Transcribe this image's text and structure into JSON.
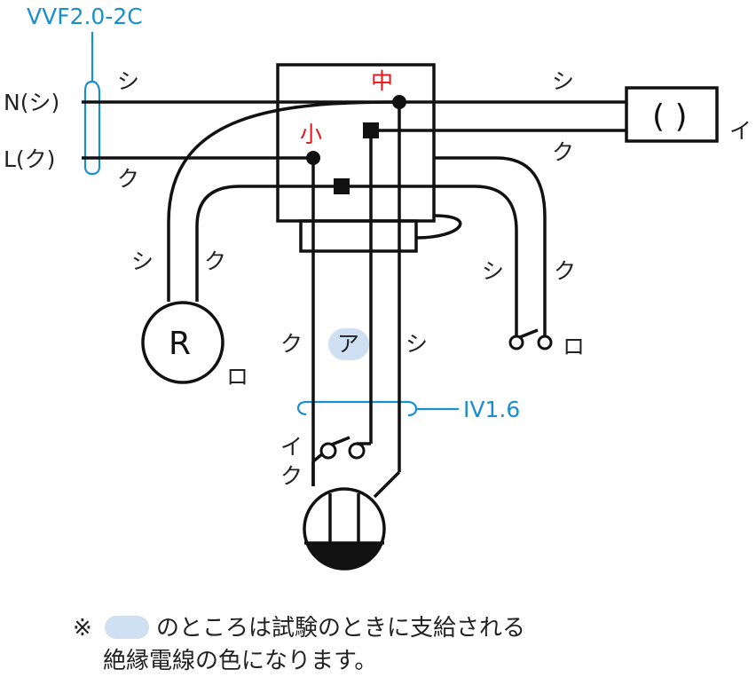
{
  "colors": {
    "wire": "#111111",
    "cable_marker": "#1a8fd0",
    "terminal_label": "#e8141b",
    "highlight": "#cfe0f3"
  },
  "cables": {
    "vvf": "VVF2.0-2C",
    "iv": "IV1.6"
  },
  "source": {
    "neutral": "N(シ)",
    "live": "L(ク)"
  },
  "wire_labels": {
    "source_top": "シ",
    "source_bottom": "ク",
    "right_top": "シ",
    "right_bottom": "ク",
    "receptacle_left": "シ",
    "receptacle_right": "ク",
    "outlet_left": "シ",
    "outlet_right": "ク",
    "switch_left": "ク",
    "switch_center": "ア",
    "switch_right": "シ",
    "switch_i": "イ",
    "switch_k": "ク"
  },
  "terminals": {
    "middle": "中",
    "small": "小"
  },
  "devices": {
    "lamp_symbol": "R",
    "lamp_tag": "ロ",
    "fixture_symbol": "( )",
    "fixture_tag": "イ",
    "outlet_tag": "ロ"
  },
  "footnote": {
    "mark": "※",
    "line1": "のところは試験のときに支給される",
    "line2": "絶縁電線の色になります。"
  }
}
